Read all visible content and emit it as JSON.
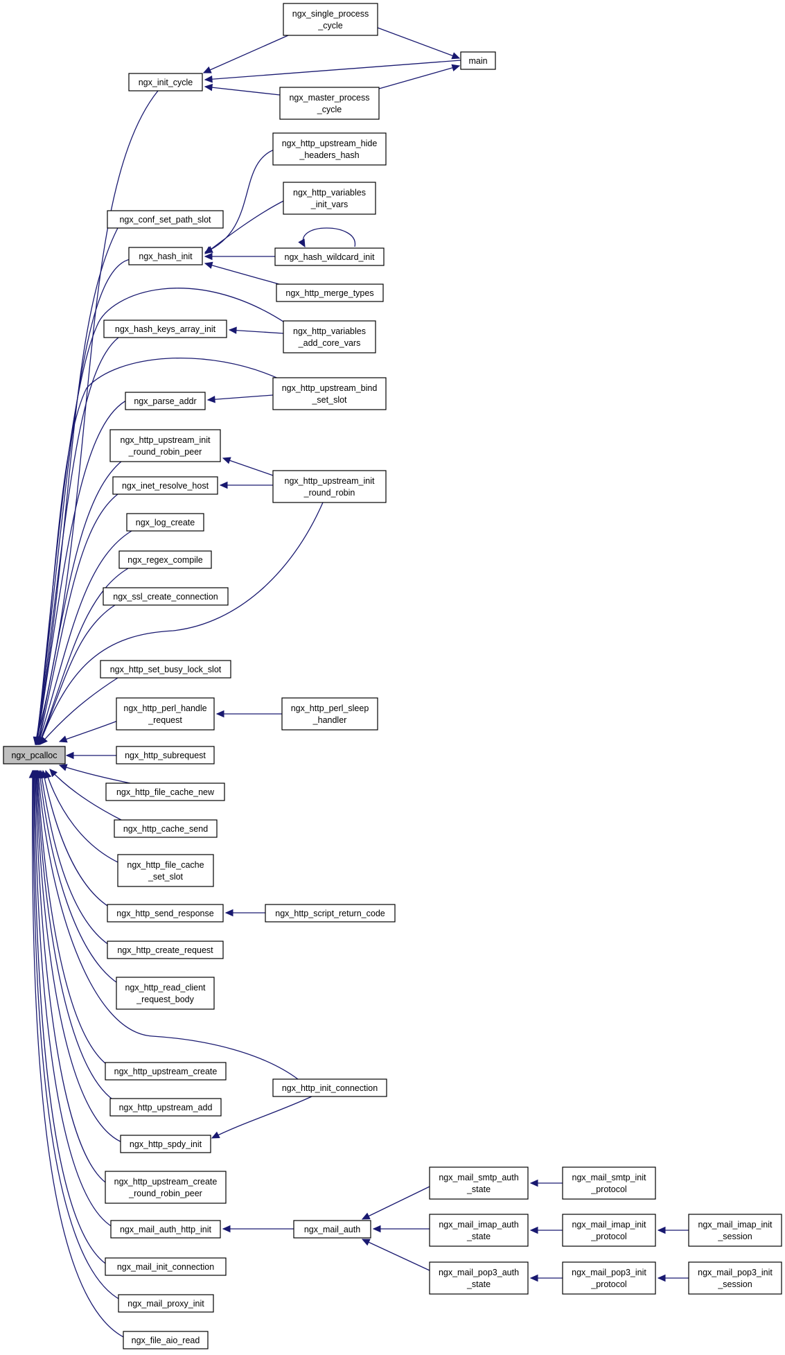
{
  "graph": {
    "root": "ngx_pcalloc",
    "nodes": [
      {
        "id": "pcalloc",
        "lines": [
          "ngx_pcalloc"
        ],
        "root": true
      },
      {
        "id": "init_cycle",
        "lines": [
          "ngx_init_cycle"
        ]
      },
      {
        "id": "single",
        "lines": [
          "ngx_single_process",
          "_cycle"
        ]
      },
      {
        "id": "master",
        "lines": [
          "ngx_master_process",
          "_cycle"
        ]
      },
      {
        "id": "main",
        "lines": [
          "main"
        ]
      },
      {
        "id": "conf_set_path",
        "lines": [
          "ngx_conf_set_path_slot"
        ]
      },
      {
        "id": "hash_init",
        "lines": [
          "ngx_hash_init"
        ]
      },
      {
        "id": "up_hide",
        "lines": [
          "ngx_http_upstream_hide",
          "_headers_hash"
        ]
      },
      {
        "id": "var_init",
        "lines": [
          "ngx_http_variables",
          "_init_vars"
        ]
      },
      {
        "id": "wildcard",
        "lines": [
          "ngx_hash_wildcard_init"
        ]
      },
      {
        "id": "merge_types",
        "lines": [
          "ngx_http_merge_types"
        ]
      },
      {
        "id": "keys_init",
        "lines": [
          "ngx_hash_keys_array_init"
        ]
      },
      {
        "id": "var_core",
        "lines": [
          "ngx_http_variables",
          "_add_core_vars"
        ]
      },
      {
        "id": "parse_addr",
        "lines": [
          "ngx_parse_addr"
        ]
      },
      {
        "id": "up_bind",
        "lines": [
          "ngx_http_upstream_bind",
          "_set_slot"
        ]
      },
      {
        "id": "rr_peer",
        "lines": [
          "ngx_http_upstream_init",
          "_round_robin_peer"
        ]
      },
      {
        "id": "resolve_host",
        "lines": [
          "ngx_inet_resolve_host"
        ]
      },
      {
        "id": "up_rr",
        "lines": [
          "ngx_http_upstream_init",
          "_round_robin"
        ]
      },
      {
        "id": "log_create",
        "lines": [
          "ngx_log_create"
        ]
      },
      {
        "id": "regex",
        "lines": [
          "ngx_regex_compile"
        ]
      },
      {
        "id": "ssl_conn",
        "lines": [
          "ngx_ssl_create_connection"
        ]
      },
      {
        "id": "busy_lock",
        "lines": [
          "ngx_http_set_busy_lock_slot"
        ]
      },
      {
        "id": "perl_handle",
        "lines": [
          "ngx_http_perl_handle",
          "_request"
        ]
      },
      {
        "id": "perl_sleep",
        "lines": [
          "ngx_http_perl_sleep",
          "_handler"
        ]
      },
      {
        "id": "subrequest",
        "lines": [
          "ngx_http_subrequest"
        ]
      },
      {
        "id": "fc_new",
        "lines": [
          "ngx_http_file_cache_new"
        ]
      },
      {
        "id": "cache_send",
        "lines": [
          "ngx_http_cache_send"
        ]
      },
      {
        "id": "fc_set",
        "lines": [
          "ngx_http_file_cache",
          "_set_slot"
        ]
      },
      {
        "id": "send_resp",
        "lines": [
          "ngx_http_send_response"
        ]
      },
      {
        "id": "script_ret",
        "lines": [
          "ngx_http_script_return_code"
        ]
      },
      {
        "id": "create_req",
        "lines": [
          "ngx_http_create_request"
        ]
      },
      {
        "id": "read_body",
        "lines": [
          "ngx_http_read_client",
          "_request_body"
        ]
      },
      {
        "id": "init_conn",
        "lines": [
          "ngx_http_init_connection"
        ]
      },
      {
        "id": "up_create",
        "lines": [
          "ngx_http_upstream_create"
        ]
      },
      {
        "id": "up_add",
        "lines": [
          "ngx_http_upstream_add"
        ]
      },
      {
        "id": "spdy_init",
        "lines": [
          "ngx_http_spdy_init"
        ]
      },
      {
        "id": "up_create_rr",
        "lines": [
          "ngx_http_upstream_create",
          "_round_robin_peer"
        ]
      },
      {
        "id": "mail_auth_http",
        "lines": [
          "ngx_mail_auth_http_init"
        ]
      },
      {
        "id": "mail_auth",
        "lines": [
          "ngx_mail_auth"
        ]
      },
      {
        "id": "smtp_state",
        "lines": [
          "ngx_mail_smtp_auth",
          "_state"
        ]
      },
      {
        "id": "smtp_proto",
        "lines": [
          "ngx_mail_smtp_init",
          "_protocol"
        ]
      },
      {
        "id": "imap_state",
        "lines": [
          "ngx_mail_imap_auth",
          "_state"
        ]
      },
      {
        "id": "imap_proto",
        "lines": [
          "ngx_mail_imap_init",
          "_protocol"
        ]
      },
      {
        "id": "imap_sess",
        "lines": [
          "ngx_mail_imap_init",
          "_session"
        ]
      },
      {
        "id": "pop3_state",
        "lines": [
          "ngx_mail_pop3_auth",
          "_state"
        ]
      },
      {
        "id": "pop3_proto",
        "lines": [
          "ngx_mail_pop3_init",
          "_protocol"
        ]
      },
      {
        "id": "pop3_sess",
        "lines": [
          "ngx_mail_pop3_init",
          "_session"
        ]
      },
      {
        "id": "mail_init_conn",
        "lines": [
          "ngx_mail_init_connection"
        ]
      },
      {
        "id": "mail_proxy",
        "lines": [
          "ngx_mail_proxy_init"
        ]
      },
      {
        "id": "aio_read",
        "lines": [
          "ngx_file_aio_read"
        ]
      }
    ],
    "edges": [
      {
        "from": "init_cycle",
        "to": "pcalloc"
      },
      {
        "from": "conf_set_path",
        "to": "pcalloc"
      },
      {
        "from": "hash_init",
        "to": "pcalloc"
      },
      {
        "from": "var_init",
        "to": "pcalloc"
      },
      {
        "from": "keys_init",
        "to": "pcalloc"
      },
      {
        "from": "var_core",
        "to": "pcalloc"
      },
      {
        "from": "up_bind",
        "to": "pcalloc"
      },
      {
        "from": "parse_addr",
        "to": "pcalloc"
      },
      {
        "from": "rr_peer",
        "to": "pcalloc"
      },
      {
        "from": "resolve_host",
        "to": "pcalloc"
      },
      {
        "from": "log_create",
        "to": "pcalloc"
      },
      {
        "from": "regex",
        "to": "pcalloc"
      },
      {
        "from": "ssl_conn",
        "to": "pcalloc"
      },
      {
        "from": "up_rr",
        "to": "pcalloc"
      },
      {
        "from": "busy_lock",
        "to": "pcalloc"
      },
      {
        "from": "perl_handle",
        "to": "pcalloc"
      },
      {
        "from": "subrequest",
        "to": "pcalloc"
      },
      {
        "from": "fc_new",
        "to": "pcalloc"
      },
      {
        "from": "cache_send",
        "to": "pcalloc"
      },
      {
        "from": "fc_set",
        "to": "pcalloc"
      },
      {
        "from": "send_resp",
        "to": "pcalloc"
      },
      {
        "from": "create_req",
        "to": "pcalloc"
      },
      {
        "from": "read_body",
        "to": "pcalloc"
      },
      {
        "from": "init_conn",
        "to": "pcalloc"
      },
      {
        "from": "up_create",
        "to": "pcalloc"
      },
      {
        "from": "up_add",
        "to": "pcalloc"
      },
      {
        "from": "spdy_init",
        "to": "pcalloc"
      },
      {
        "from": "up_create_rr",
        "to": "pcalloc"
      },
      {
        "from": "mail_auth_http",
        "to": "pcalloc"
      },
      {
        "from": "mail_init_conn",
        "to": "pcalloc"
      },
      {
        "from": "mail_proxy",
        "to": "pcalloc"
      },
      {
        "from": "aio_read",
        "to": "pcalloc"
      },
      {
        "from": "single",
        "to": "init_cycle"
      },
      {
        "from": "main",
        "to": "init_cycle"
      },
      {
        "from": "master",
        "to": "init_cycle"
      },
      {
        "from": "single",
        "to": "main"
      },
      {
        "from": "master",
        "to": "main"
      },
      {
        "from": "up_hide",
        "to": "hash_init"
      },
      {
        "from": "var_init",
        "to": "hash_init"
      },
      {
        "from": "wildcard",
        "to": "hash_init"
      },
      {
        "from": "merge_types",
        "to": "hash_init"
      },
      {
        "from": "wildcard",
        "to": "wildcard"
      },
      {
        "from": "var_core",
        "to": "keys_init"
      },
      {
        "from": "up_bind",
        "to": "parse_addr"
      },
      {
        "from": "up_rr",
        "to": "rr_peer"
      },
      {
        "from": "up_rr",
        "to": "resolve_host"
      },
      {
        "from": "perl_sleep",
        "to": "perl_handle"
      },
      {
        "from": "script_ret",
        "to": "send_resp"
      },
      {
        "from": "init_conn",
        "to": "spdy_init"
      },
      {
        "from": "mail_auth",
        "to": "mail_auth_http"
      },
      {
        "from": "smtp_state",
        "to": "mail_auth"
      },
      {
        "from": "imap_state",
        "to": "mail_auth"
      },
      {
        "from": "pop3_state",
        "to": "mail_auth"
      },
      {
        "from": "smtp_proto",
        "to": "smtp_state"
      },
      {
        "from": "imap_proto",
        "to": "imap_state"
      },
      {
        "from": "pop3_proto",
        "to": "pop3_state"
      },
      {
        "from": "imap_sess",
        "to": "imap_proto"
      },
      {
        "from": "pop3_sess",
        "to": "pop3_proto"
      }
    ]
  },
  "colors": {
    "edge": "#191970",
    "root_fill": "#bfbfbf",
    "node_fill": "#ffffff",
    "node_stroke": "#000000"
  }
}
